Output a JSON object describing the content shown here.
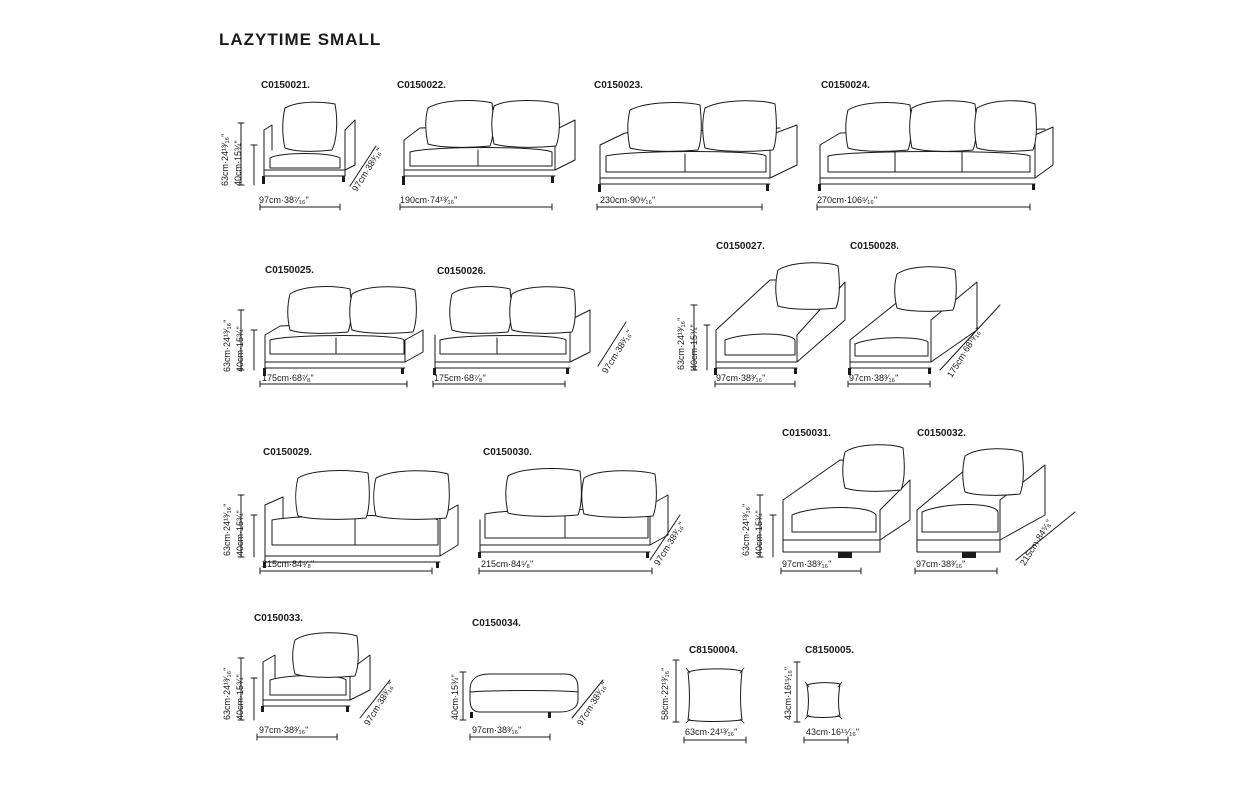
{
  "title": "LAZYTIME SMALL",
  "items": [
    {
      "code": "C0150021.",
      "width": "97cm·38⁷⁄₁₆\"",
      "height": "63cm·24¹³⁄₁₆\"",
      "seat": "40cm·15¾\"",
      "depth": "97cm·38³⁄₁₆\""
    },
    {
      "code": "C0150022.",
      "width": "190cm·74¹³⁄₁₆\""
    },
    {
      "code": "C0150023.",
      "width": "230cm·90⁹⁄₁₆\""
    },
    {
      "code": "C0150024.",
      "width": "270cm·106⁵⁄₁₆\""
    },
    {
      "code": "C0150025.",
      "width": "175cm·68⁷⁄₈\"",
      "height": "63cm·24¹³⁄₁₆\"",
      "seat": "40cm·15¾\""
    },
    {
      "code": "C0150026.",
      "width": "175cm·68⁷⁄₈\"",
      "depth": "97cm·38³⁄₁₆\""
    },
    {
      "code": "C0150027.",
      "width": "97cm·38³⁄₁₆\"",
      "height": "63cm·24¹³⁄₁₆\"",
      "seat": "40cm·15¾\""
    },
    {
      "code": "C0150028.",
      "width": "97cm·38³⁄₁₆\"",
      "depth": "175cm·68¹³⁄₁₆\""
    },
    {
      "code": "C0150029.",
      "width": "215cm·84⁵⁄₈\"",
      "height": "63cm·24¹³⁄₁₆\"",
      "seat": "40cm·15¾\""
    },
    {
      "code": "C0150030.",
      "width": "215cm·84⁵⁄₈\"",
      "depth": "97cm·38³⁄₁₆\""
    },
    {
      "code": "C0150031.",
      "width": "97cm·38³⁄₁₆\"",
      "height": "63cm·24¹³⁄₁₆\"",
      "seat": "40cm·15¾\""
    },
    {
      "code": "C0150032.",
      "width": "97cm·38³⁄₁₆\"",
      "depth": "215cm·84⁵⁄₈\""
    },
    {
      "code": "C0150033.",
      "width": "97cm·38³⁄₁₆\"",
      "height": "63cm·24¹³⁄₁₆\"",
      "seat": "40cm·15¾\"",
      "depth": "97cm·38³⁄₁₆\""
    },
    {
      "code": "C0150034.",
      "width": "97cm·38³⁄₁₆\"",
      "seat": "40cm·15¾\"",
      "depth": "97cm·38³⁄₁₆\""
    },
    {
      "code": "C8150004.",
      "width": "63cm·24¹³⁄₁₆\"",
      "height": "58cm·22¹³⁄₁₆\""
    },
    {
      "code": "C8150005.",
      "width": "43cm·16¹⁵⁄₁₆\"",
      "height": "43cm·16¹⁵⁄₁₆\""
    }
  ]
}
